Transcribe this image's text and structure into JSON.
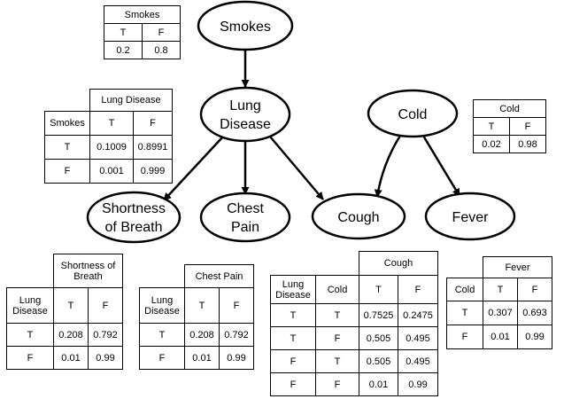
{
  "nodes": {
    "smokes": [
      "Smokes"
    ],
    "lung_disease": [
      "Lung",
      "Disease"
    ],
    "cold": [
      "Cold"
    ],
    "shortness_of_breath": [
      "Shortness",
      "of Breath"
    ],
    "chest_pain": [
      "Chest",
      "Pain"
    ],
    "cough": [
      "Cough"
    ],
    "fever": [
      "Fever"
    ]
  },
  "tables": {
    "smokes": {
      "title": "Smokes",
      "cols": [
        "T",
        "F"
      ],
      "rows": [
        [
          "0.2",
          "0.8"
        ]
      ]
    },
    "lung_disease": {
      "title": "Lung Disease",
      "parent": "Smokes",
      "cols": [
        "T",
        "F"
      ],
      "rows": [
        [
          "T",
          "0.1009",
          "0.8991"
        ],
        [
          "F",
          "0.001",
          "0.999"
        ]
      ]
    },
    "cold": {
      "title": "Cold",
      "cols": [
        "T",
        "F"
      ],
      "rows": [
        [
          "0.02",
          "0.98"
        ]
      ]
    },
    "shortness_of_breath": {
      "title": "Shortness of Breath",
      "parent": "Lung Disease",
      "cols": [
        "T",
        "F"
      ],
      "rows": [
        [
          "T",
          "0.208",
          "0.792"
        ],
        [
          "F",
          "0.01",
          "0.99"
        ]
      ]
    },
    "chest_pain": {
      "title": "Chest Pain",
      "parent": "Lung Disease",
      "cols": [
        "T",
        "F"
      ],
      "rows": [
        [
          "T",
          "0.208",
          "0.792"
        ],
        [
          "F",
          "0.01",
          "0.99"
        ]
      ]
    },
    "cough": {
      "title": "Cough",
      "parents": [
        "Lung Disease",
        "Cold"
      ],
      "cols": [
        "T",
        "F"
      ],
      "rows": [
        [
          "T",
          "T",
          "0.7525",
          "0.2475"
        ],
        [
          "T",
          "F",
          "0.505",
          "0.495"
        ],
        [
          "F",
          "T",
          "0.505",
          "0.495"
        ],
        [
          "F",
          "F",
          "0.01",
          "0.99"
        ]
      ]
    },
    "fever": {
      "title": "Fever",
      "parent": "Cold",
      "cols": [
        "T",
        "F"
      ],
      "rows": [
        [
          "T",
          "0.307",
          "0.693"
        ],
        [
          "F",
          "0.01",
          "0.99"
        ]
      ]
    }
  },
  "edges": [
    [
      "smokes",
      "lung_disease"
    ],
    [
      "lung_disease",
      "shortness_of_breath"
    ],
    [
      "lung_disease",
      "chest_pain"
    ],
    [
      "lung_disease",
      "cough"
    ],
    [
      "cold",
      "cough"
    ],
    [
      "cold",
      "fever"
    ]
  ]
}
